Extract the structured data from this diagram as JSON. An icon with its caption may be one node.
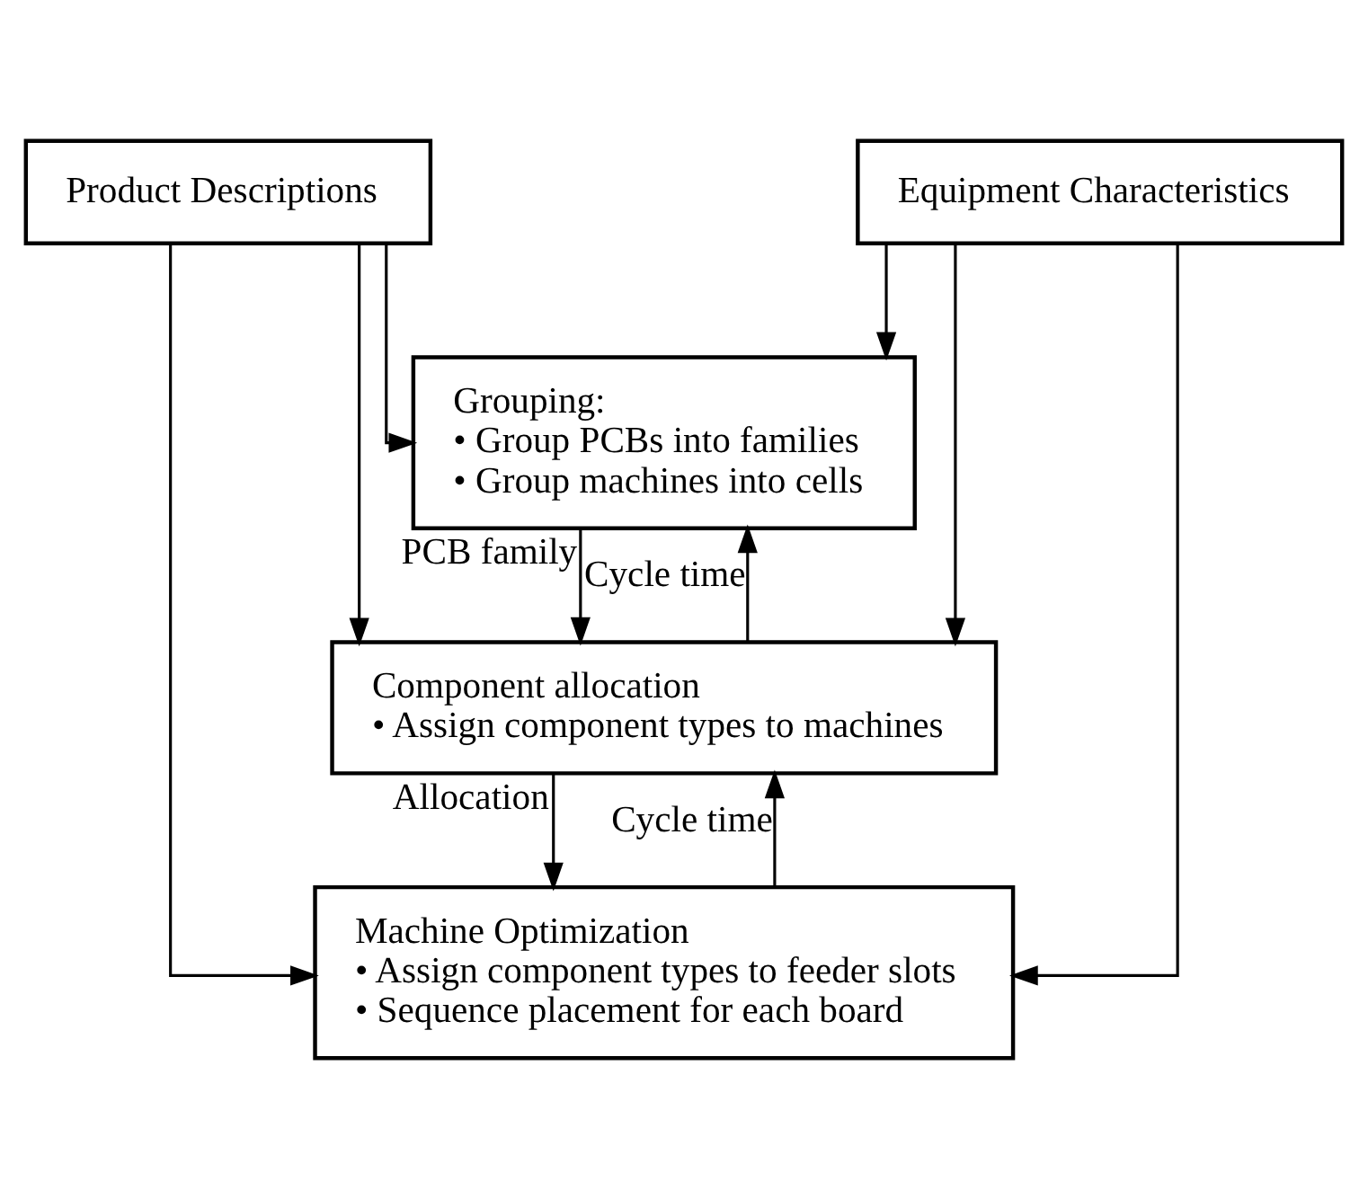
{
  "diagram": {
    "nodes": [
      {
        "text": [
          "Product Descriptions"
        ]
      },
      {
        "text": [
          "Equipment Characteristics"
        ]
      },
      {
        "text": [
          "Grouping:",
          "• Group PCBs into families",
          "• Group machines into cells"
        ]
      },
      {
        "text": [
          "Component allocation",
          "• Assign component types to machines"
        ]
      },
      {
        "text": [
          "Machine Optimization",
          "• Assign component types to feeder slots",
          "• Sequence placement for each board"
        ]
      }
    ],
    "edges": [
      {
        "from": 0,
        "to": 2,
        "arrow": "to"
      },
      {
        "from": 0,
        "to": 3,
        "arrow": "to"
      },
      {
        "from": 0,
        "to": 4,
        "arrow": "to"
      },
      {
        "from": 1,
        "to": 2,
        "arrow": "to"
      },
      {
        "from": 1,
        "to": 3,
        "arrow": "to"
      },
      {
        "from": 1,
        "to": 4,
        "arrow": "to"
      },
      {
        "from": 2,
        "to": 3,
        "arrow": "to",
        "label": "PCB family"
      },
      {
        "from": 3,
        "to": 2,
        "arrow": "to",
        "label": "Cycle time"
      },
      {
        "from": 3,
        "to": 4,
        "arrow": "to",
        "label": "Allocation"
      },
      {
        "from": 4,
        "to": 3,
        "arrow": "to",
        "label": "Cycle time"
      }
    ]
  }
}
